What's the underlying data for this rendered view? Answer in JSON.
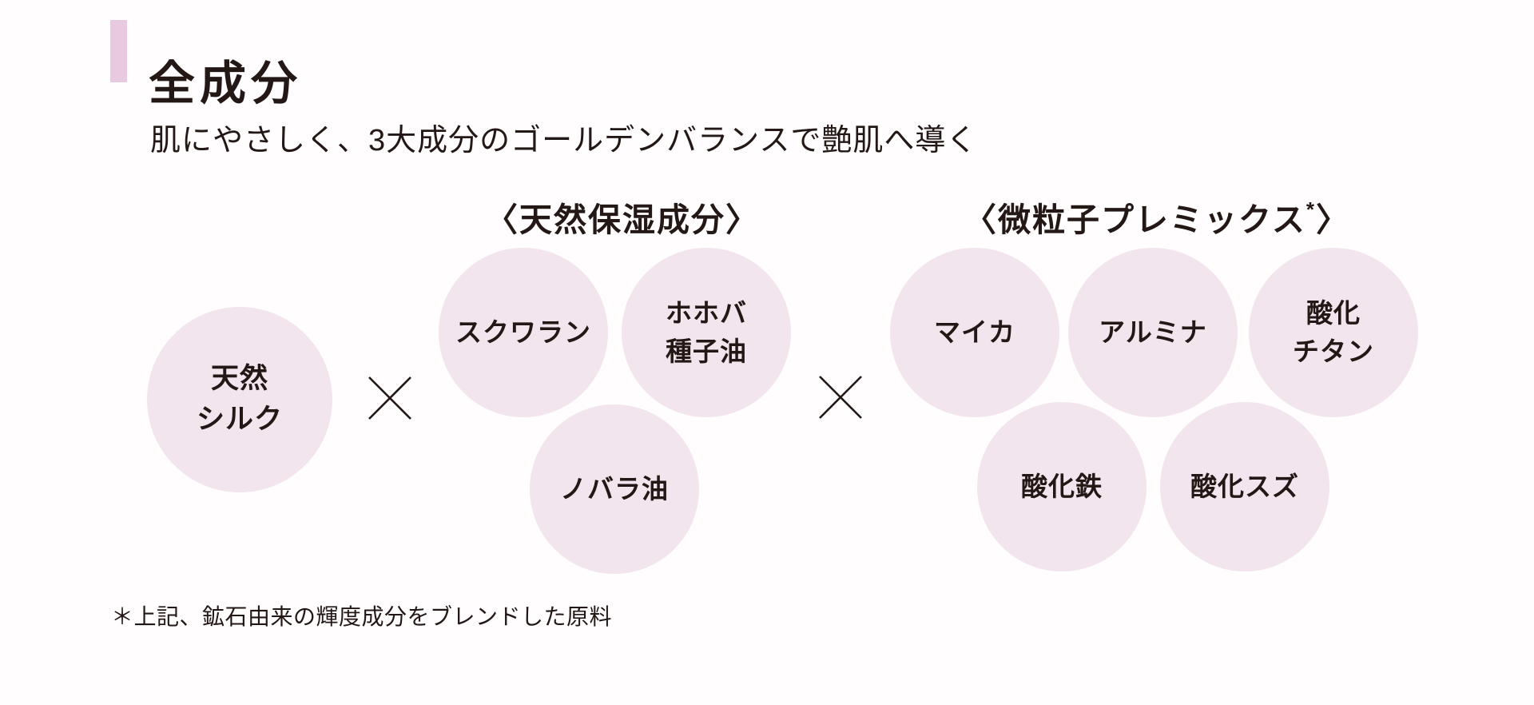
{
  "page": {
    "background_color": "#fffdfe",
    "text_color": "#231815",
    "accent_color": "#e7cadf",
    "circle_fill_color": "#f3e5ee"
  },
  "header": {
    "title": "全成分",
    "subtitle": "肌にやさしく、3大成分のゴールデンバランスで艶肌へ導く"
  },
  "diagram": {
    "group_labels": {
      "moisturizing": "〈天然保湿成分〉",
      "premix_main": "〈微粒子プレミックス",
      "premix_sup": "*",
      "premix_close": "〉"
    },
    "circles": [
      {
        "id": "natural-silk",
        "text": "天然\nシルク"
      },
      {
        "id": "squalane",
        "text": "スクワラン"
      },
      {
        "id": "jojoba-seed-oil",
        "text": "ホホバ\n種子油"
      },
      {
        "id": "rosehip-oil",
        "text": "ノバラ油"
      },
      {
        "id": "mica",
        "text": "マイカ"
      },
      {
        "id": "alumina",
        "text": "アルミナ"
      },
      {
        "id": "titanium-oxide",
        "text": "酸化\nチタン"
      },
      {
        "id": "iron-oxide",
        "text": "酸化鉄"
      },
      {
        "id": "tin-oxide",
        "text": "酸化スズ"
      }
    ],
    "icons": {
      "multiply": "×"
    }
  },
  "footnote": "＊上記、鉱石由来の輝度成分をブレンドした原料"
}
